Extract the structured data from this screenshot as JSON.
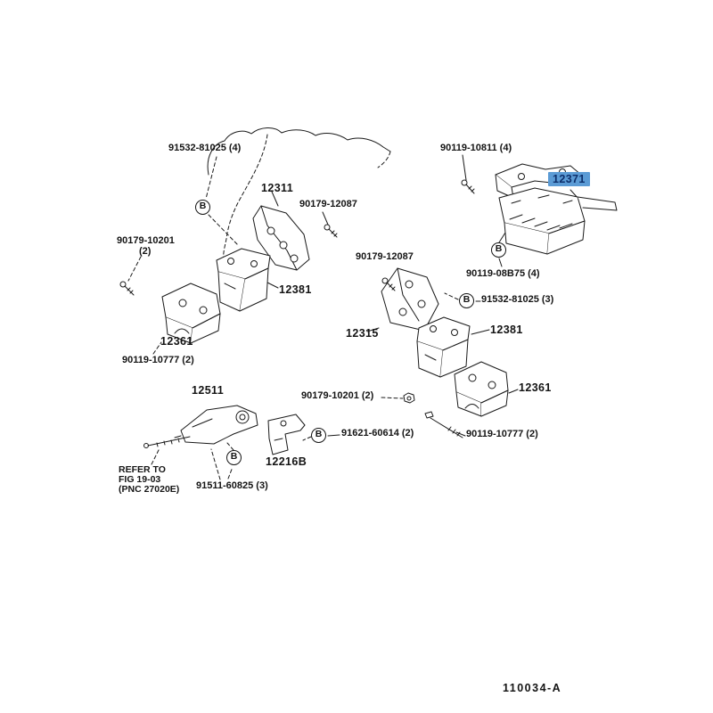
{
  "diagram": {
    "figure_id": "110034-A",
    "marker_letter": "B",
    "highlight": {
      "part": "12371",
      "bg": "#5b9bd5",
      "text_color": "#0d2f6b"
    },
    "colors": {
      "line": "#1a1a1a",
      "highlight_bg": "#5b9bd5"
    },
    "note": {
      "line1": "REFER TO",
      "line2": "FIG 19-03",
      "line3": "(PNC 27020E)"
    },
    "labels": {
      "bolt_91532_81025_4": "91532-81025 (4)",
      "part_12311": "12311",
      "bolt_90179_12087_top": "90179-12087",
      "bolt_90119_10811_4": "90119-10811 (4)",
      "part_12371": "12371",
      "bolt_90179_10201_left_1": "90179-10201",
      "bolt_90179_10201_left_2": "(2)",
      "bolt_90119_08b75_4": "90119-08B75 (4)",
      "bolt_91532_81025_3": "91532-81025 (3)",
      "bolt_90179_12087_mid": "90179-12087",
      "part_12381_left": "12381",
      "part_12361_left": "12361",
      "bolt_90119_10777_left": "90119-10777 (2)",
      "part_12315": "12315",
      "part_12381_right": "12381",
      "part_12511": "12511",
      "bolt_90179_10201_mid": "90179-10201 (2)",
      "part_12361_right": "12361",
      "bolt_91621_60614": "91621-60614 (2)",
      "bolt_90119_10777_right": "90119-10777 (2)",
      "part_12216b": "12216B",
      "bolt_91511_60825": "91511-60825 (3)"
    }
  }
}
